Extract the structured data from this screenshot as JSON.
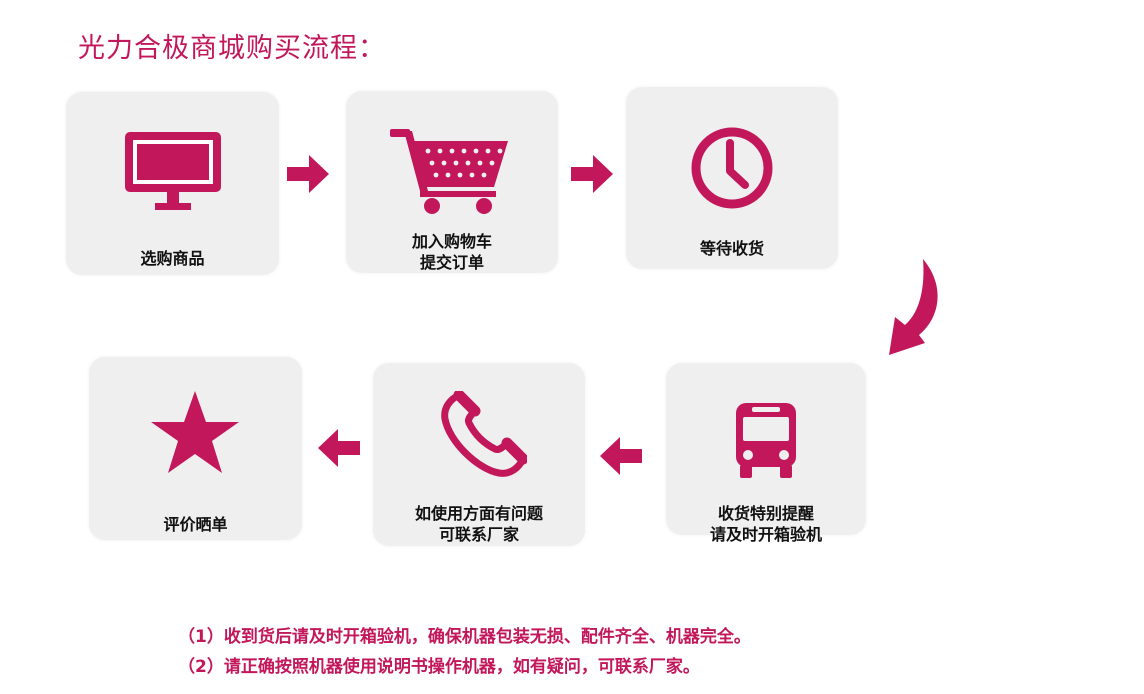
{
  "title": "光力合极商城购买流程：",
  "steps": [
    {
      "icon": "monitor-icon",
      "lines": [
        "选购商品"
      ]
    },
    {
      "icon": "shopping-cart-icon",
      "lines": [
        "加入购物车",
        "提交订单"
      ]
    },
    {
      "icon": "clock-icon",
      "lines": [
        "等待收货"
      ]
    },
    {
      "icon": "bus-icon",
      "lines": [
        "收货特别提醒",
        "请及时开箱验机"
      ]
    },
    {
      "icon": "phone-icon",
      "lines": [
        "如使用方面有问题",
        "可联系厂家"
      ]
    },
    {
      "icon": "star-icon",
      "lines": [
        "评价晒单"
      ]
    }
  ],
  "notes": [
    "（1）收到货后请及时开箱验机，确保机器包装无损、配件齐全、机器完全。",
    "（2）请正确按照机器使用说明书操作机器，如有疑问，可联系厂家。"
  ],
  "colors": {
    "accent": "#c2185b",
    "card": "#efefef"
  }
}
